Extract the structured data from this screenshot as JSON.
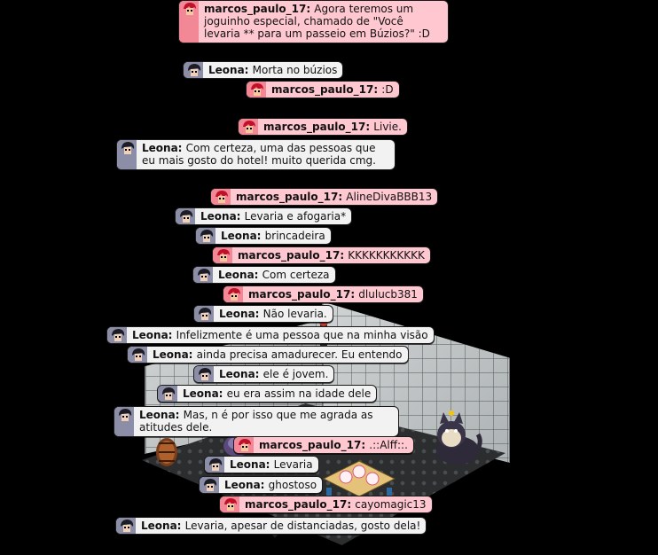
{
  "messages": [
    {
      "user": "marcos_paulo_17",
      "text": "Agora teremos um joguinho especial, chamado de \"Você levaria ** para um passeio em Búzios?\" :D",
      "style": "pink",
      "icon": "red-hair-avatar-icon"
    },
    {
      "user": "Leona",
      "text": "Morta no búzios",
      "style": "grey",
      "icon": "dark-hair-avatar-icon"
    },
    {
      "user": "marcos_paulo_17",
      "text": ":D",
      "style": "pink",
      "icon": "red-hair-avatar-icon"
    },
    {
      "user": "marcos_paulo_17",
      "text": "Livie.",
      "style": "pink",
      "icon": "red-hair-avatar-icon"
    },
    {
      "user": "Leona",
      "text": "Com certeza, uma das pessoas que eu mais gosto do hotel! muito querida cmg.",
      "style": "grey",
      "icon": "dark-hair-avatar-icon"
    },
    {
      "user": "marcos_paulo_17",
      "text": "AlineDivaBBB13",
      "style": "pink",
      "icon": "red-hair-avatar-icon"
    },
    {
      "user": "Leona",
      "text": "Levaria e afogaria*",
      "style": "grey",
      "icon": "dark-hair-avatar-icon"
    },
    {
      "user": "Leona",
      "text": "brincadeira",
      "style": "grey",
      "icon": "dark-hair-avatar-icon"
    },
    {
      "user": "marcos_paulo_17",
      "text": "KKKKKKKKKKK",
      "style": "pink",
      "icon": "red-hair-avatar-icon"
    },
    {
      "user": "Leona",
      "text": "Com certeza",
      "style": "grey",
      "icon": "dark-hair-avatar-icon"
    },
    {
      "user": "marcos_paulo_17",
      "text": "dlulucb381",
      "style": "pink",
      "icon": "red-hair-avatar-icon"
    },
    {
      "user": "Leona",
      "text": "Não levaria.",
      "style": "grey",
      "icon": "dark-hair-avatar-icon"
    },
    {
      "user": "Leona",
      "text": "Infelizmente é uma pessoa que na minha visão",
      "style": "grey",
      "icon": "dark-hair-avatar-icon"
    },
    {
      "user": "Leona",
      "text": "ainda precisa amadurecer. Eu entendo",
      "style": "grey",
      "icon": "dark-hair-avatar-icon"
    },
    {
      "user": "Leona",
      "text": "ele é jovem.",
      "style": "grey",
      "icon": "dark-hair-avatar-icon"
    },
    {
      "user": "Leona",
      "text": "eu era assim na idade dele",
      "style": "grey",
      "icon": "dark-hair-avatar-icon"
    },
    {
      "user": "Leona",
      "text": "Mas, n é por isso que me agrada as atitudes dele.",
      "style": "grey",
      "icon": "dark-hair-avatar-icon"
    },
    {
      "user": "marcos_paulo_17",
      "text": ".::Alff::.",
      "style": "pink",
      "icon": "red-hair-avatar-icon"
    },
    {
      "user": "Leona",
      "text": "Levaria",
      "style": "grey",
      "icon": "dark-hair-avatar-icon"
    },
    {
      "user": "Leona",
      "text": "ghostoso",
      "style": "grey",
      "icon": "dark-hair-avatar-icon"
    },
    {
      "user": "marcos_paulo_17",
      "text": "cayomagic13",
      "style": "pink",
      "icon": "red-hair-avatar-icon"
    },
    {
      "user": "Leona",
      "text": "Levaria, apesar de distanciadas, gosto dela!",
      "style": "grey",
      "icon": "dark-hair-avatar-icon"
    }
  ],
  "colors": {
    "pink_bubble": "#ffc7cf",
    "pink_avatar_bg": "#f28896",
    "grey_bubble": "#f2f2f2",
    "grey_avatar_bg": "#8b8ea6",
    "background": "#000000"
  }
}
